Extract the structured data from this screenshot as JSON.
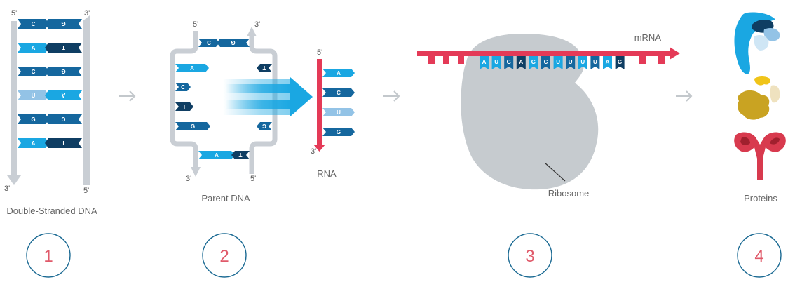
{
  "colors": {
    "dark_blue": "#15679e",
    "light_blue": "#1aa7e2",
    "pale_blue": "#93c3e6",
    "navy": "#0f3e63",
    "rna_red": "#e43a57",
    "strand_gray": "#c9ced4",
    "ribosome_gray": "#c6cbcf",
    "arrow_gray": "#c3c8cc",
    "step_ring": "#1b6a93",
    "step_number": "#e05a6a"
  },
  "step1": {
    "label": "Double-Stranded DNA",
    "five_prime_top": "5'",
    "three_prime_top": "3'",
    "three_prime_bottom": "3'",
    "five_prime_bottom": "5'",
    "pairs": [
      {
        "left": "C",
        "right": "G",
        "left_color": "dark_blue",
        "right_color": "dark_blue"
      },
      {
        "left": "A",
        "right": "T",
        "left_color": "light_blue",
        "right_color": "navy"
      },
      {
        "left": "C",
        "right": "G",
        "left_color": "dark_blue",
        "right_color": "dark_blue"
      },
      {
        "left": "U",
        "right": "A",
        "left_color": "pale_blue",
        "right_color": "light_blue"
      },
      {
        "left": "G",
        "right": "C",
        "left_color": "dark_blue",
        "right_color": "dark_blue"
      },
      {
        "left": "A",
        "right": "T",
        "left_color": "light_blue",
        "right_color": "navy"
      }
    ]
  },
  "step2": {
    "label": "Parent DNA",
    "five_prime_top": "5'",
    "three_prime_top": "3'",
    "three_prime_bottom": "3'",
    "five_prime_bottom": "5'",
    "top_pair": {
      "left": "C",
      "right": "G"
    },
    "bottom_pair": {
      "left": "A",
      "right": "T"
    },
    "left_bases": [
      {
        "base": "A",
        "color": "light_blue"
      },
      {
        "base": "C",
        "color": "dark_blue"
      },
      {
        "base": "T",
        "color": "navy"
      },
      {
        "base": "G",
        "color": "dark_blue"
      }
    ],
    "right_bases": [
      {
        "base": "T",
        "color": "navy"
      },
      {
        "base": "C",
        "color": "dark_blue"
      }
    ],
    "rna_label": "RNA",
    "rna_five_prime": "5'",
    "rna_three_prime": "3'",
    "rna_bases": [
      {
        "base": "A",
        "color": "light_blue"
      },
      {
        "base": "C",
        "color": "dark_blue"
      },
      {
        "base": "U",
        "color": "pale_blue"
      },
      {
        "base": "G",
        "color": "dark_blue"
      }
    ]
  },
  "step3": {
    "mrna_label": "mRNA",
    "ribosome_label": "Ribosome",
    "codons": [
      "A",
      "U",
      "G",
      "A",
      "G",
      "C",
      "U",
      "U",
      "U",
      "U",
      "A",
      "G"
    ]
  },
  "step4": {
    "label": "Proteins"
  },
  "steps": [
    {
      "number": "1"
    },
    {
      "number": "2"
    },
    {
      "number": "3"
    },
    {
      "number": "4"
    }
  ]
}
